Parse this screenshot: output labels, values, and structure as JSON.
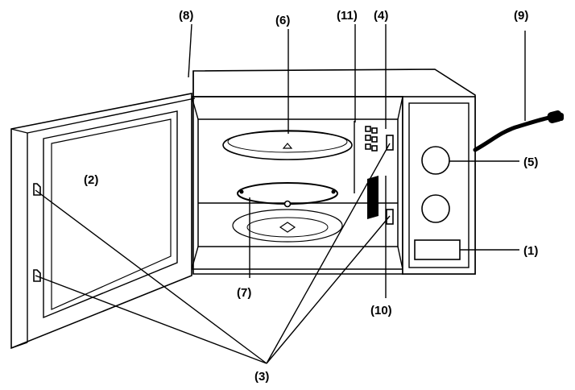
{
  "callouts": {
    "c1": "(1)",
    "c2": "(2)",
    "c3": "(3)",
    "c4": "(4)",
    "c5": "(5)",
    "c6": "(6)",
    "c7": "(7)",
    "c8": "(8)",
    "c9": "(9)",
    "c10": "(10)",
    "c11": "(11)"
  }
}
